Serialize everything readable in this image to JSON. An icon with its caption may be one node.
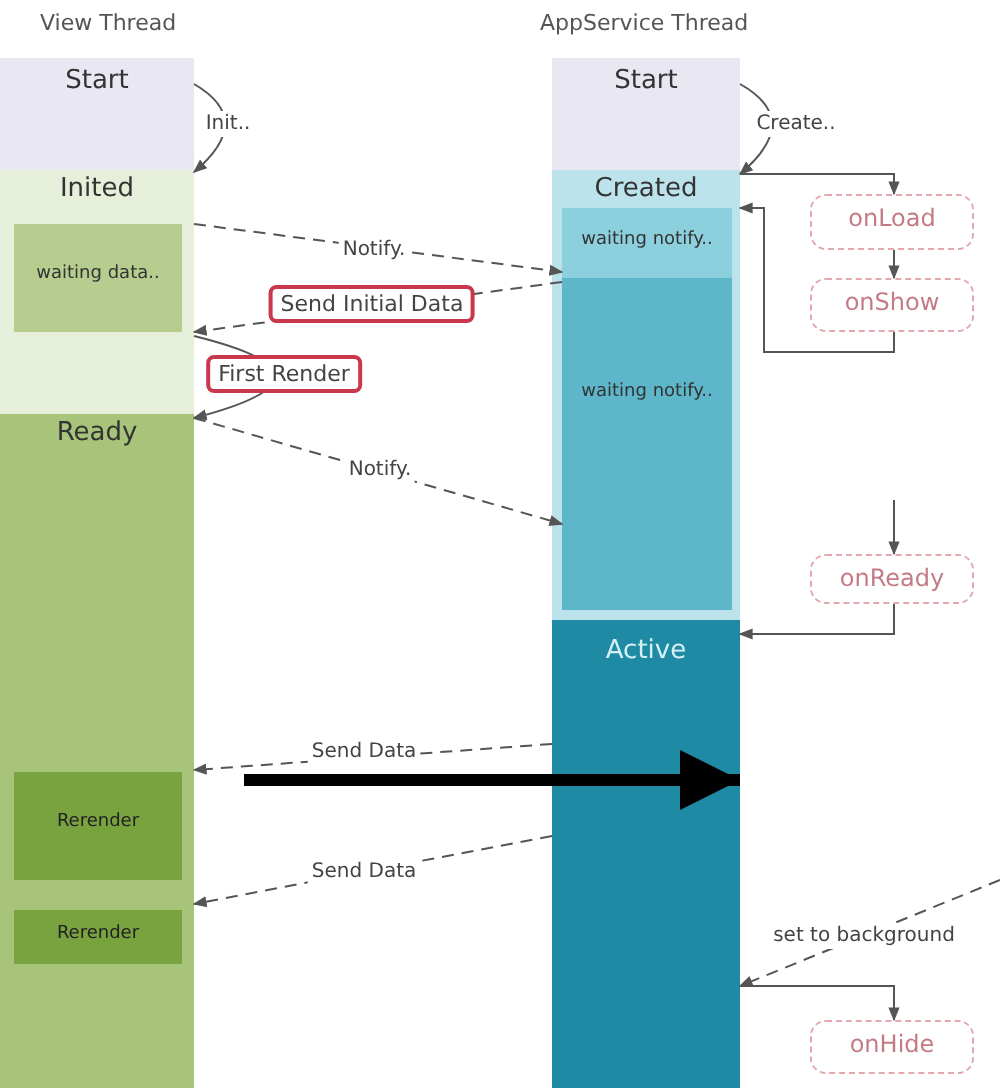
{
  "diagram": {
    "nodes": [
      {
        "text": [
          "Start"
        ]
      },
      {
        "text": [
          "Inited"
        ]
      },
      {
        "text": [
          "waiting data.."
        ],
        "in": 1
      },
      {
        "text": [
          "Ready"
        ]
      },
      {
        "text": [
          "Rerender"
        ],
        "in": 3
      },
      {
        "text": [
          "Rerender"
        ],
        "in": 3
      },
      {
        "text": [
          "Start"
        ]
      },
      {
        "text": [
          "Created"
        ]
      },
      {
        "text": [
          "waiting notify.."
        ],
        "in": 7
      },
      {
        "text": [
          "waiting notify.."
        ],
        "in": 7
      },
      {
        "text": [
          "Active"
        ]
      },
      {
        "text": [
          "onLoad"
        ]
      },
      {
        "text": [
          "onShow"
        ]
      },
      {
        "text": [
          "onReady"
        ]
      },
      {
        "text": [
          "onHide"
        ]
      }
    ],
    "edges": [
      {
        "from": 0,
        "to": 1,
        "arrow": "to",
        "label": "Init.."
      },
      {
        "from": 6,
        "to": 7,
        "arrow": "to",
        "label": "Create.."
      },
      {
        "from": 7,
        "to": 11,
        "arrow": "to"
      },
      {
        "from": 11,
        "to": 12,
        "arrow": "to"
      },
      {
        "from": 12,
        "to": 7,
        "arrow": "to"
      },
      {
        "from": 1,
        "to": 8,
        "arrow": "to",
        "label": "Notify.",
        "style": "dashed"
      },
      {
        "from": 8,
        "to": 1,
        "arrow": "to",
        "label": "Send Initial Data",
        "style": "dashed"
      },
      {
        "from": 1,
        "to": 3,
        "arrow": "to",
        "label": "First Render"
      },
      {
        "from": 3,
        "to": 9,
        "arrow": "to",
        "label": "Notify.",
        "style": "dashed"
      },
      {
        "from": null,
        "to": 13,
        "arrow": "to"
      },
      {
        "from": 13,
        "to": 10,
        "arrow": "to"
      },
      {
        "from": 10,
        "to": 3,
        "arrow": "to",
        "label": "Send Data",
        "style": "dashed"
      },
      {
        "from": null,
        "to": 10,
        "arrow": "to",
        "style": "thick",
        "color": "#000000"
      },
      {
        "from": 10,
        "to": 3,
        "arrow": "to",
        "label": "Send Data",
        "style": "dashed"
      },
      {
        "from": null,
        "to": 10,
        "arrow": "to",
        "label": "set to background",
        "style": "dashed"
      },
      {
        "from": 10,
        "to": 14,
        "arrow": "to"
      }
    ],
    "labels": [
      "View Thread",
      "AppService Thread"
    ]
  }
}
